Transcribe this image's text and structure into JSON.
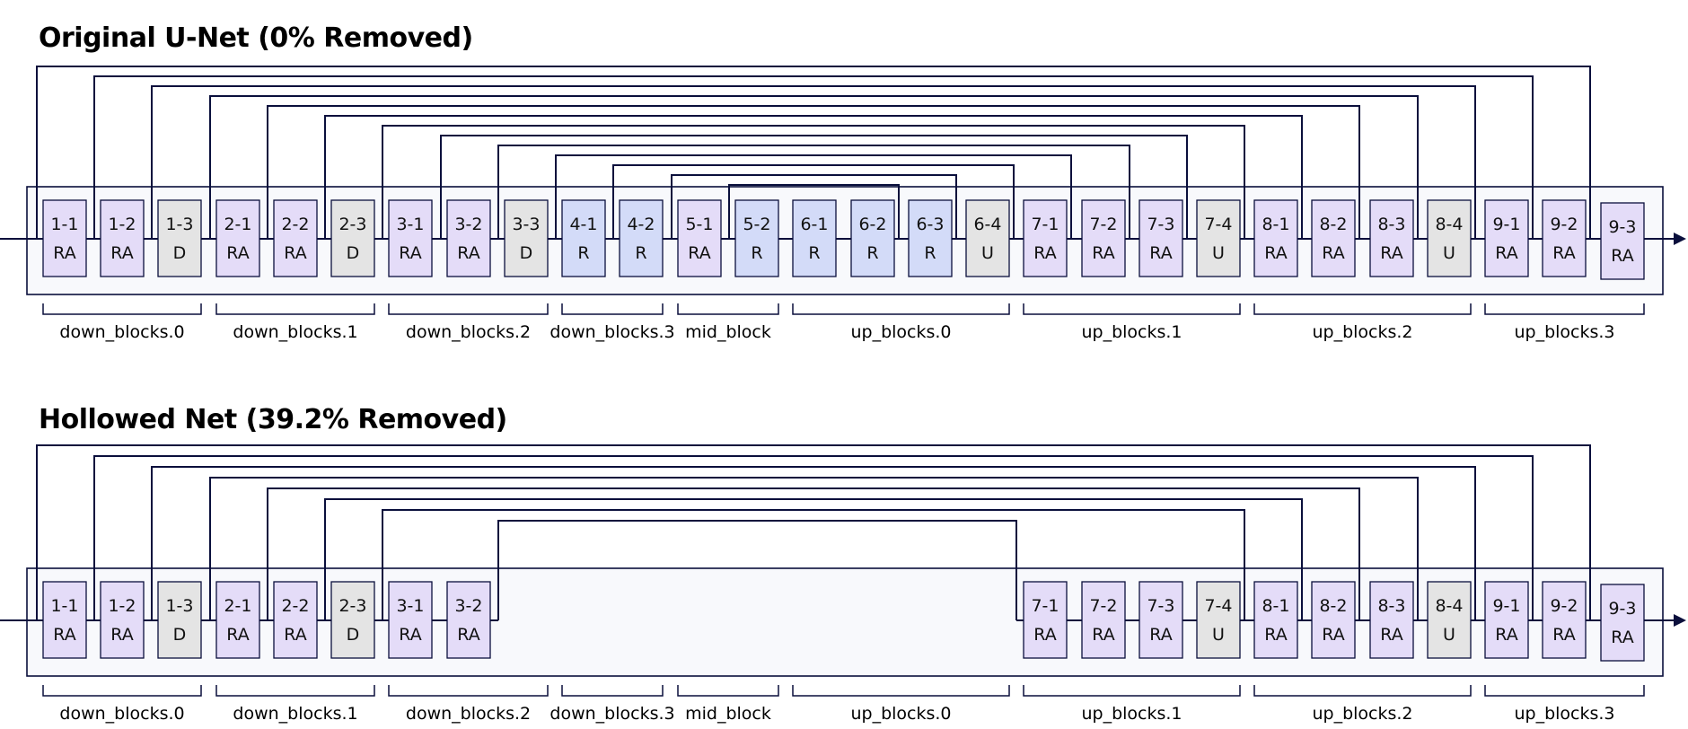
{
  "colors": {
    "RA": "#e4dcf8",
    "R": "#d3dbf8",
    "D": "#e4e4e4",
    "U": "#e4e4e4",
    "line": "#0a0f3c"
  },
  "group_labels": [
    "down_blocks.0",
    "down_blocks.1",
    "down_blocks.2",
    "down_blocks.3",
    "mid_block",
    "up_blocks.0",
    "up_blocks.1",
    "up_blocks.2",
    "up_blocks.3"
  ],
  "blocks": [
    {
      "id": "1-1",
      "type": "RA"
    },
    {
      "id": "1-2",
      "type": "RA"
    },
    {
      "id": "1-3",
      "type": "D"
    },
    {
      "id": "2-1",
      "type": "RA"
    },
    {
      "id": "2-2",
      "type": "RA"
    },
    {
      "id": "2-3",
      "type": "D"
    },
    {
      "id": "3-1",
      "type": "RA"
    },
    {
      "id": "3-2",
      "type": "RA"
    },
    {
      "id": "3-3",
      "type": "D"
    },
    {
      "id": "4-1",
      "type": "R"
    },
    {
      "id": "4-2",
      "type": "R"
    },
    {
      "id": "5-1",
      "type": "RA"
    },
    {
      "id": "5-2",
      "type": "R"
    },
    {
      "id": "6-1",
      "type": "R"
    },
    {
      "id": "6-2",
      "type": "R"
    },
    {
      "id": "6-3",
      "type": "R"
    },
    {
      "id": "6-4",
      "type": "U"
    },
    {
      "id": "7-1",
      "type": "RA"
    },
    {
      "id": "7-2",
      "type": "RA"
    },
    {
      "id": "7-3",
      "type": "RA"
    },
    {
      "id": "7-4",
      "type": "U"
    },
    {
      "id": "8-1",
      "type": "RA"
    },
    {
      "id": "8-2",
      "type": "RA"
    },
    {
      "id": "8-3",
      "type": "RA"
    },
    {
      "id": "8-4",
      "type": "U"
    },
    {
      "id": "9-1",
      "type": "RA"
    },
    {
      "id": "9-2",
      "type": "RA"
    },
    {
      "id": "9-3",
      "type": "RA"
    }
  ],
  "panels": [
    {
      "title": "Original U-Net (0% Removed)",
      "kept_blocks": [
        "1-1",
        "1-2",
        "1-3",
        "2-1",
        "2-2",
        "2-3",
        "3-1",
        "3-2",
        "3-3",
        "4-1",
        "4-2",
        "5-1",
        "5-2",
        "6-1",
        "6-2",
        "6-3",
        "6-4",
        "7-1",
        "7-2",
        "7-3",
        "7-4",
        "8-1",
        "8-2",
        "8-3",
        "8-4",
        "9-1",
        "9-2",
        "9-3"
      ]
    },
    {
      "title": "Hollowed Net (39.2% Removed)",
      "kept_blocks": [
        "1-1",
        "1-2",
        "1-3",
        "2-1",
        "2-2",
        "2-3",
        "3-1",
        "3-2",
        "7-1",
        "7-2",
        "7-3",
        "7-4",
        "8-1",
        "8-2",
        "8-3",
        "8-4",
        "9-1",
        "9-2",
        "9-3"
      ]
    }
  ]
}
